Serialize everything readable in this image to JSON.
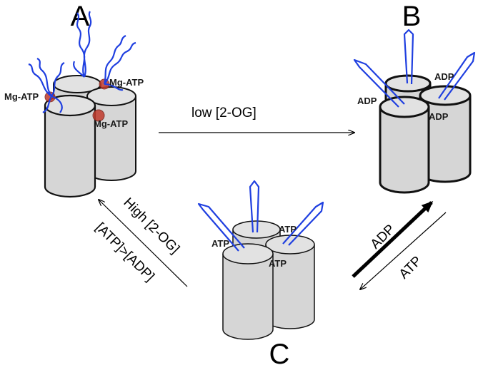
{
  "states": {
    "a": {
      "letter": "A",
      "site_label": "Mg-ATP"
    },
    "b": {
      "letter": "B",
      "site_label": "ADP"
    },
    "c": {
      "letter": "C",
      "site_label": "ATP"
    }
  },
  "arrows": {
    "a_to_b": "low [2-OG]",
    "c_to_a_top": "High [2-OG]",
    "c_to_a_bottom": "[ATP]>[ADP]",
    "c_to_b": "ADP",
    "b_to_c": "ATP"
  },
  "colors": {
    "cylinder_fill": "#d6d6d6",
    "cylinder_top": "#e2e2e2",
    "loop_blue": "#1f3fe0",
    "mg_red": "#c0392b",
    "outline": "#111111"
  }
}
